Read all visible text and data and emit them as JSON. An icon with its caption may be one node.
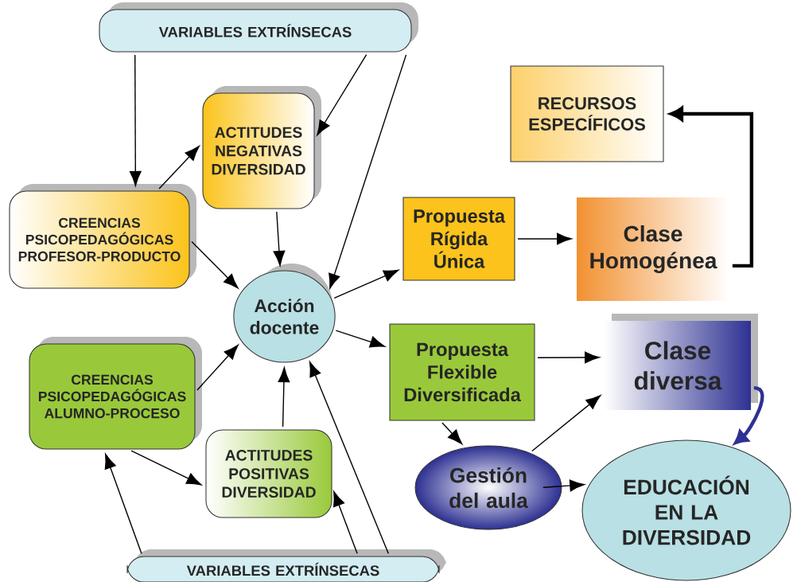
{
  "diagram": {
    "nodes": [
      {
        "text": [
          "VARIABLES EXTRÍNSECAS"
        ]
      },
      {
        "text": [
          "ACTITUDES NEGATIVAS DIVERSIDAD"
        ]
      },
      {
        "text": [
          "CREENCIAS PSICOPEDAGÓGICAS PROFESOR-PRODUCTO"
        ]
      },
      {
        "text": [
          "Acción docente"
        ]
      },
      {
        "text": [
          "Propuesta Rígida Única"
        ]
      },
      {
        "text": [
          "Clase Homogénea"
        ]
      },
      {
        "text": [
          "RECURSOS ESPECÍFICOS"
        ]
      },
      {
        "text": [
          "CREENCIAS PSICOPEDAGÓGICAS ALUMNO-PROCESO"
        ]
      },
      {
        "text": [
          "ACTITUDES POSITIVAS DIVERSIDAD"
        ]
      },
      {
        "text": [
          "Propuesta Flexible Diversificada"
        ]
      },
      {
        "text": [
          "Clase diversa"
        ]
      },
      {
        "text": [
          "Gestión del aula"
        ]
      },
      {
        "text": [
          "EDUCACIÓN EN LA DIVERSIDAD"
        ]
      },
      {
        "text": [
          "VARIABLES EXTRÍNSECAS"
        ]
      }
    ],
    "edges": [
      {
        "from": 0,
        "to": 2,
        "arrow": "to"
      },
      {
        "from": 2,
        "to": 1,
        "arrow": "to"
      },
      {
        "from": 0,
        "to": 1,
        "arrow": "to"
      },
      {
        "from": 0,
        "to": 3,
        "arrow": "to"
      },
      {
        "from": 1,
        "to": 3,
        "arrow": "to"
      },
      {
        "from": 2,
        "to": 3,
        "arrow": "to"
      },
      {
        "from": 3,
        "to": 4,
        "arrow": "to"
      },
      {
        "from": 3,
        "to": 9,
        "arrow": "to"
      },
      {
        "from": 4,
        "to": 5,
        "arrow": "to"
      },
      {
        "from": 5,
        "to": 6,
        "arrow": "to",
        "style": "thick"
      },
      {
        "from": 7,
        "to": 3,
        "arrow": "to"
      },
      {
        "from": 8,
        "to": 3,
        "arrow": "to"
      },
      {
        "from": 7,
        "to": 8,
        "arrow": "to"
      },
      {
        "from": 13,
        "to": 7,
        "arrow": "to"
      },
      {
        "from": 13,
        "to": 8,
        "arrow": "to"
      },
      {
        "from": 13,
        "to": 3,
        "arrow": "to"
      },
      {
        "from": 9,
        "to": 10,
        "arrow": "to"
      },
      {
        "from": 9,
        "to": 11,
        "arrow": "to"
      },
      {
        "from": 11,
        "to": 10,
        "arrow": "to"
      },
      {
        "from": 11,
        "to": 12,
        "arrow": "to"
      },
      {
        "from": 10,
        "to": 12,
        "arrow": "to",
        "style": "thick",
        "color": "#2e3192"
      }
    ]
  }
}
